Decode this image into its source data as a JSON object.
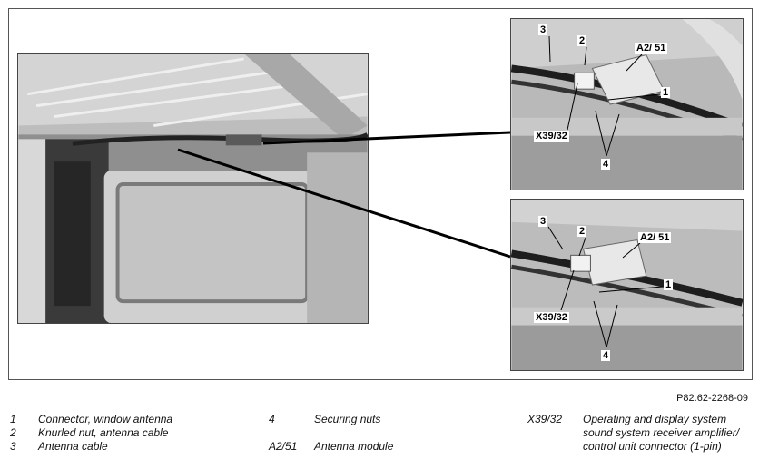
{
  "callouts": {
    "top": {
      "c1": "1",
      "c2": "2",
      "c3": "3",
      "c4": "4",
      "a251": "A2/ 51",
      "x3932": "X39/32"
    },
    "bottom": {
      "c1": "1",
      "c2": "2",
      "c3": "3",
      "c4": "4",
      "a251": "A2/ 51",
      "x3932": "X39/32"
    }
  },
  "reference_code": "P82.62-2268-09",
  "legend": {
    "items": [
      {
        "key": "1",
        "text": "Connector, window antenna"
      },
      {
        "key": "2",
        "text": "Knurled nut, antenna cable"
      },
      {
        "key": "3",
        "text": "Antenna cable"
      },
      {
        "key": "4",
        "text": "Securing nuts"
      },
      {
        "key": "A2/51",
        "text": "Antenna module"
      },
      {
        "key": "X39/32",
        "text": "Operating and display system",
        "line2": "sound system receiver amplifier/",
        "line3": "control unit connector (1-pin)"
      }
    ]
  }
}
